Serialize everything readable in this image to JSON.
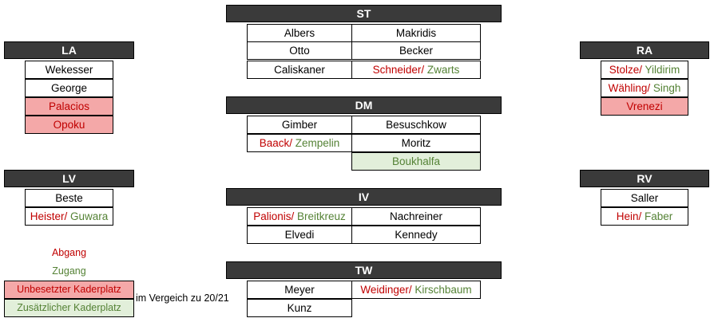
{
  "positions": {
    "st": "ST",
    "la": "LA",
    "ra": "RA",
    "dm": "DM",
    "lv": "LV",
    "rv": "RV",
    "iv": "IV",
    "tw": "TW"
  },
  "st": {
    "r1c1": "Albers",
    "r1c2": "Makridis",
    "r2c1": "Otto",
    "r2c2": "Becker",
    "r3c1": "Caliskaner",
    "r3c2_out": "Schneider/",
    "r3c2_in": " Zwarts"
  },
  "la": {
    "r1": "Wekesser",
    "r2": "George",
    "r3": "Palacios",
    "r4": "Opoku"
  },
  "ra": {
    "r1_out": "Stolze/",
    "r1_in": " Yildirim",
    "r2_out": "Wähling/",
    "r2_in": " Singh",
    "r3": "Vrenezi"
  },
  "dm": {
    "r1c1": "Gimber",
    "r1c2": "Besuschkow",
    "r2c1_out": "Baack/",
    "r2c1_in": " Zempelin",
    "r2c2": "Moritz",
    "r3c2": "Boukhalfa"
  },
  "lv": {
    "r1": "Beste",
    "r2_out": "Heister/",
    "r2_in": " Guwara"
  },
  "rv": {
    "r1": "Saller",
    "r2_out": "Hein/",
    "r2_in": " Faber"
  },
  "iv": {
    "r1c1_out": "Palionis/",
    "r1c1_in": " Breitkreuz",
    "r1c2": "Nachreiner",
    "r2c1": "Elvedi",
    "r2c2": "Kennedy"
  },
  "tw": {
    "r1c1": "Meyer",
    "r1c2_out": "Weidinger/",
    "r1c2_in": " Kirschbaum",
    "r2c1": "Kunz"
  },
  "legend": {
    "abgang": "Abgang",
    "zugang": "Zugang",
    "unbesetzt": "Unbesetzter Kaderplatz",
    "zusaetzlich": "Zusätzlicher Kaderplatz",
    "vergleich": "im Vergeich zu 20/21"
  },
  "colors": {
    "header_bg": "#3a3a3a",
    "abgang": "#c00000",
    "zugang": "#548235",
    "unbesetzt_fill": "#f4a8a8",
    "zusaetzlich_fill": "#e2efda"
  }
}
